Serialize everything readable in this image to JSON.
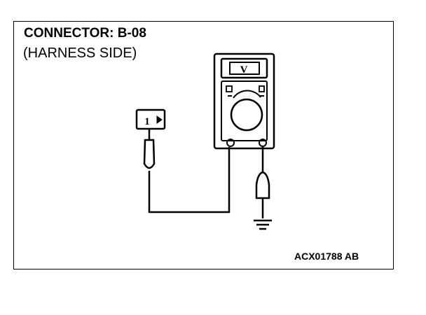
{
  "diagram": {
    "title": "CONNECTOR: B-08",
    "subtitle": "(HARNESS SIDE)",
    "figure_id": "ACX01788 AB",
    "connector": {
      "pin_label": "1"
    },
    "meter": {
      "mode_symbol": "V",
      "icon": "voltmeter-icon"
    },
    "ground": {
      "icon": "ground-symbol-icon"
    },
    "colors": {
      "line": "#000000",
      "background": "#ffffff"
    }
  }
}
